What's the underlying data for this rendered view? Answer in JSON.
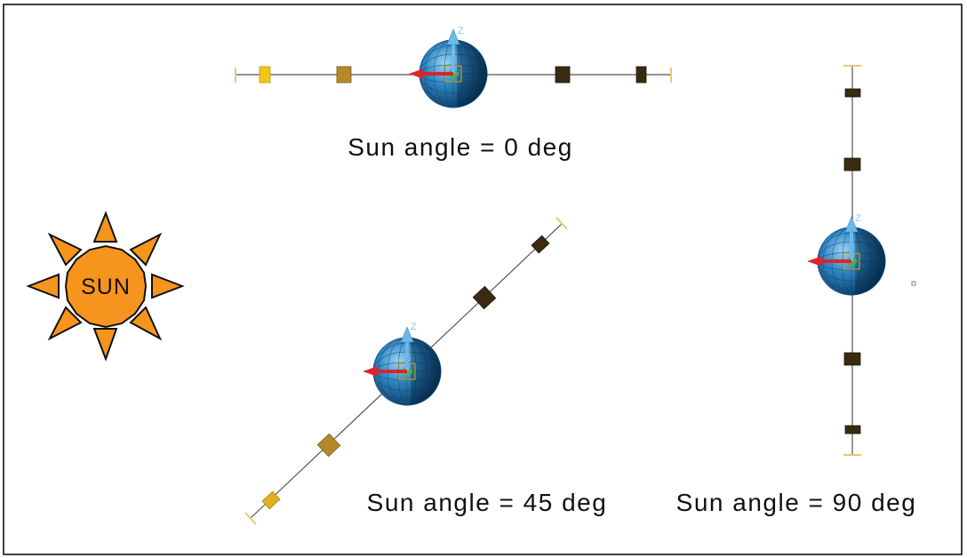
{
  "diagram": {
    "sun_label": "SUN",
    "captions": {
      "deg0": "Sun angle = 0 deg",
      "deg45": "Sun angle = 45 deg",
      "deg90": "Sun angle = 90 deg"
    },
    "axis_label": "Z",
    "colors": {
      "sun_fill": "#f7941d",
      "sun_outline": "#111111",
      "globe": "#2e86c1",
      "z_arrow": "#6fb8e8",
      "x_arrow": "#d8262e",
      "center_marker": "#4caf50",
      "boom_line": "#555555",
      "tip_marker": "#f3c64a",
      "panel_light": "#f2c416",
      "panel_mid": "#b5892a",
      "panel_dark": "#3a2a10"
    }
  }
}
